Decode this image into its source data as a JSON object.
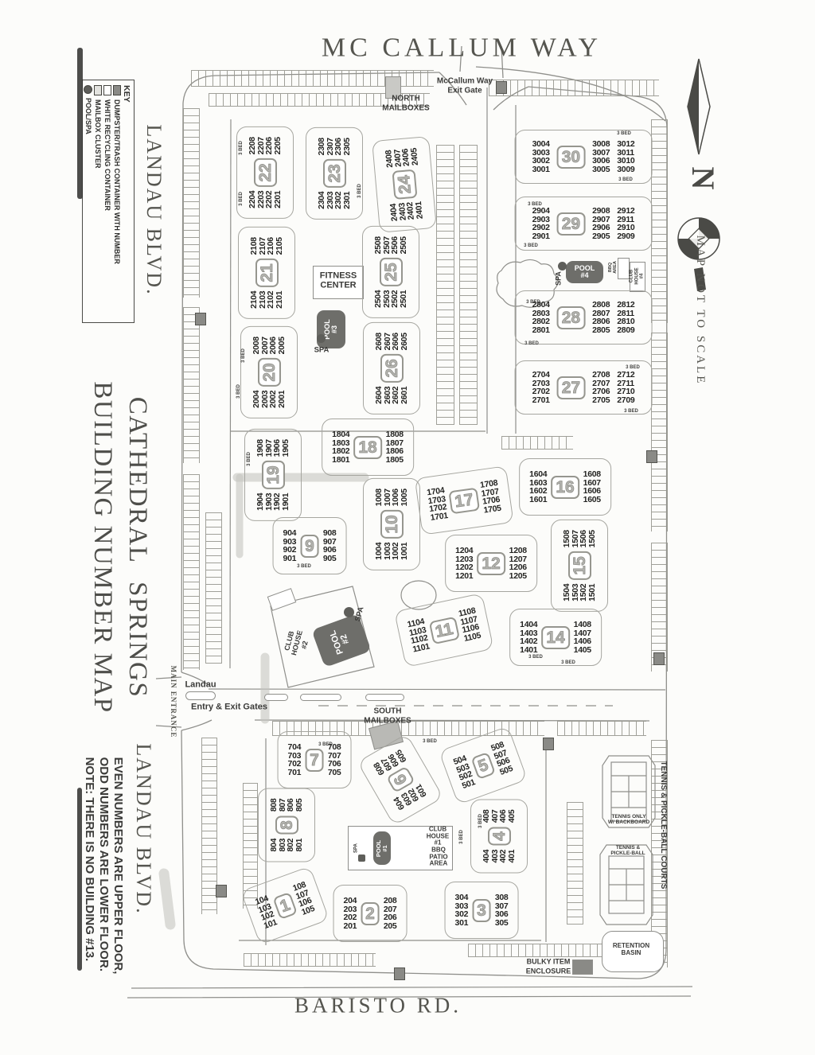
{
  "page": {
    "street_top": "MC CALLUM WAY",
    "street_bottom": "BARISTO RD.",
    "street_left": "LANDAU BLVD.",
    "title_line1": "CATHEDRAL  SPRINGS",
    "title_line2": "BUILDING NUMBER MAP",
    "note_line1": "EVEN NUMBERS ARE UPPER FLOOR,",
    "note_line2": "ODD NUMBERS ARE LOWER FLOOR.",
    "note_line3": "NOTE:  THERE IS NO BUILDING #13.",
    "scale_note": "MAP NOT TO SCALE",
    "north_letter": "N"
  },
  "legend": {
    "title": "KEY",
    "items": [
      {
        "icon": "dumpster-icon",
        "label": "DUMPSTER/TRASH CONTAINER WITH NUMBER"
      },
      {
        "icon": "recycling-icon",
        "label": "WHITE RECYCLING CONTAINER"
      },
      {
        "icon": "mailbox-icon",
        "label": "MAILBOX CLUSTER"
      },
      {
        "icon": "pool-spa-icon",
        "label": "POOL/SPA"
      }
    ]
  },
  "landmarks": {
    "exit_gate": [
      "McCallum Way",
      "Exit Gate"
    ],
    "north_mailboxes": [
      "NORTH",
      "MAILBOXES"
    ],
    "south_mailboxes": [
      "SOUTH",
      "MAILBOXES"
    ],
    "main_entrance": "MAIN ENTRANCE",
    "landau_gate": "Landau",
    "entry_exit_gates": "Entry & Exit Gates",
    "fitness_center": [
      "FITNESS",
      "CENTER"
    ],
    "pool1": [
      "POOL",
      "#1"
    ],
    "pool2": [
      "POOL",
      "#2"
    ],
    "pool3": [
      "POOL",
      "#3"
    ],
    "pool4": [
      "POOL",
      "#4"
    ],
    "spa": "SPA",
    "club_house_1": [
      "CLUB",
      "HOUSE",
      "#1"
    ],
    "club_house_2": [
      "CLUB",
      "HOUSE",
      "#2"
    ],
    "club_house_4": [
      "CLUB",
      "HOUSE",
      "#4"
    ],
    "bbq_area": [
      "BBQ",
      "AREA"
    ],
    "bbq_patio": [
      "BBQ",
      "PATIO",
      "AREA"
    ],
    "tennis_title": "TENNIS & PICKLE-BALL COURTS",
    "tennis_only": [
      "TENNIS ONLY",
      "W/ BACKBOARD"
    ],
    "tennis_pickle": [
      "TENNIS &",
      "PICKLE-BALL"
    ],
    "retention": [
      "RETENTION",
      "BASIN"
    ],
    "bulky": [
      "BULKY ITEM",
      "ENCLOSURE"
    ]
  },
  "bed_label": "3 BED",
  "buildings": [
    {
      "number": "1",
      "units": {
        "a": [
          "104",
          "103",
          "102",
          "101"
        ],
        "b": [
          "108",
          "107",
          "106",
          "105"
        ]
      }
    },
    {
      "number": "2",
      "units": {
        "a": [
          "204",
          "203",
          "202",
          "201"
        ],
        "b": [
          "208",
          "207",
          "206",
          "205"
        ]
      }
    },
    {
      "number": "3",
      "units": {
        "a": [
          "304",
          "303",
          "302",
          "301"
        ],
        "b": [
          "308",
          "307",
          "306",
          "305"
        ]
      }
    },
    {
      "number": "4",
      "units": {
        "a": [
          "404",
          "403",
          "402",
          "401"
        ],
        "b": [
          "408",
          "407",
          "406",
          "405"
        ]
      }
    },
    {
      "number": "5",
      "units": {
        "a": [
          "504",
          "503",
          "502",
          "501"
        ],
        "b": [
          "508",
          "507",
          "506",
          "505"
        ]
      }
    },
    {
      "number": "6",
      "units": {
        "a": [
          "604",
          "603",
          "602",
          "601"
        ],
        "b": [
          "608",
          "607",
          "606",
          "605"
        ]
      }
    },
    {
      "number": "7",
      "units": {
        "a": [
          "704",
          "703",
          "702",
          "701"
        ],
        "b": [
          "708",
          "707",
          "706",
          "705"
        ]
      }
    },
    {
      "number": "8",
      "units": {
        "a": [
          "804",
          "803",
          "802",
          "801"
        ],
        "b": [
          "808",
          "807",
          "806",
          "805"
        ]
      }
    },
    {
      "number": "9",
      "units": {
        "a": [
          "904",
          "903",
          "902",
          "901"
        ],
        "b": [
          "908",
          "907",
          "906",
          "905"
        ]
      }
    },
    {
      "number": "10",
      "units": {
        "a": [
          "1004",
          "1003",
          "1002",
          "1001"
        ],
        "b": [
          "1008",
          "1007",
          "1006",
          "1005"
        ]
      }
    },
    {
      "number": "11",
      "units": {
        "a": [
          "1104",
          "1103",
          "1102",
          "1101"
        ],
        "b": [
          "1108",
          "1107",
          "1106",
          "1105"
        ]
      }
    },
    {
      "number": "12",
      "units": {
        "a": [
          "1204",
          "1203",
          "1202",
          "1201"
        ],
        "b": [
          "1208",
          "1207",
          "1206",
          "1205"
        ]
      }
    },
    {
      "number": "14",
      "units": {
        "a": [
          "1404",
          "1403",
          "1402",
          "1401"
        ],
        "b": [
          "1408",
          "1407",
          "1406",
          "1405"
        ]
      }
    },
    {
      "number": "15",
      "units": {
        "a": [
          "1504",
          "1503",
          "1502",
          "1501"
        ],
        "b": [
          "1508",
          "1507",
          "1506",
          "1505"
        ]
      }
    },
    {
      "number": "16",
      "units": {
        "a": [
          "1604",
          "1603",
          "1602",
          "1601"
        ],
        "b": [
          "1608",
          "1607",
          "1606",
          "1605"
        ]
      }
    },
    {
      "number": "17",
      "units": {
        "a": [
          "1704",
          "1703",
          "1702",
          "1701"
        ],
        "b": [
          "1708",
          "1707",
          "1706",
          "1705"
        ]
      }
    },
    {
      "number": "18",
      "units": {
        "a": [
          "1804",
          "1803",
          "1802",
          "1801"
        ],
        "b": [
          "1808",
          "1807",
          "1806",
          "1805"
        ]
      }
    },
    {
      "number": "19",
      "units": {
        "a": [
          "1904",
          "1903",
          "1902",
          "1901"
        ],
        "b": [
          "1908",
          "1907",
          "1906",
          "1905"
        ]
      }
    },
    {
      "number": "20",
      "units": {
        "a": [
          "2004",
          "2003",
          "2002",
          "2001"
        ],
        "b": [
          "2008",
          "2007",
          "2006",
          "2005"
        ]
      }
    },
    {
      "number": "21",
      "units": {
        "a": [
          "2104",
          "2103",
          "2102",
          "2101"
        ],
        "b": [
          "2108",
          "2107",
          "2106",
          "2105"
        ]
      }
    },
    {
      "number": "22",
      "units": {
        "a": [
          "2204",
          "2203",
          "2202",
          "2201"
        ],
        "b": [
          "2208",
          "2207",
          "2206",
          "2205"
        ]
      }
    },
    {
      "number": "23",
      "units": {
        "a": [
          "2304",
          "2303",
          "2302",
          "2301"
        ],
        "b": [
          "2308",
          "2307",
          "2306",
          "2305"
        ]
      }
    },
    {
      "number": "24",
      "units": {
        "a": [
          "2404",
          "2403",
          "2402",
          "2401"
        ],
        "b": [
          "2408",
          "2407",
          "2406",
          "2405"
        ]
      }
    },
    {
      "number": "25",
      "units": {
        "a": [
          "2504",
          "2503",
          "2502",
          "2501"
        ],
        "b": [
          "2508",
          "2507",
          "2506",
          "2505"
        ]
      }
    },
    {
      "number": "26",
      "units": {
        "a": [
          "2604",
          "2603",
          "2602",
          "2601"
        ],
        "b": [
          "2608",
          "2607",
          "2606",
          "2605"
        ]
      }
    },
    {
      "number": "27",
      "units": {
        "a": [
          "2704",
          "2703",
          "2702",
          "2701"
        ],
        "b": [
          "2708",
          "2707",
          "2706",
          "2705"
        ],
        "c": [
          "2712",
          "2711",
          "2710",
          "2709"
        ]
      }
    },
    {
      "number": "28",
      "units": {
        "a": [
          "2804",
          "2803",
          "2802",
          "2801"
        ],
        "b": [
          "2808",
          "2807",
          "2806",
          "2805"
        ],
        "c": [
          "2812",
          "2811",
          "2810",
          "2809"
        ]
      }
    },
    {
      "number": "29",
      "units": {
        "a": [
          "2904",
          "2903",
          "2902",
          "2901"
        ],
        "b": [
          "2908",
          "2907",
          "2906",
          "2905"
        ],
        "c": [
          "2912",
          "2911",
          "2910",
          "2909"
        ]
      }
    },
    {
      "number": "30",
      "units": {
        "a": [
          "3004",
          "3003",
          "3002",
          "3001"
        ],
        "b": [
          "3008",
          "3007",
          "3006",
          "3005"
        ],
        "c": [
          "3012",
          "3011",
          "3010",
          "3009"
        ]
      }
    }
  ]
}
